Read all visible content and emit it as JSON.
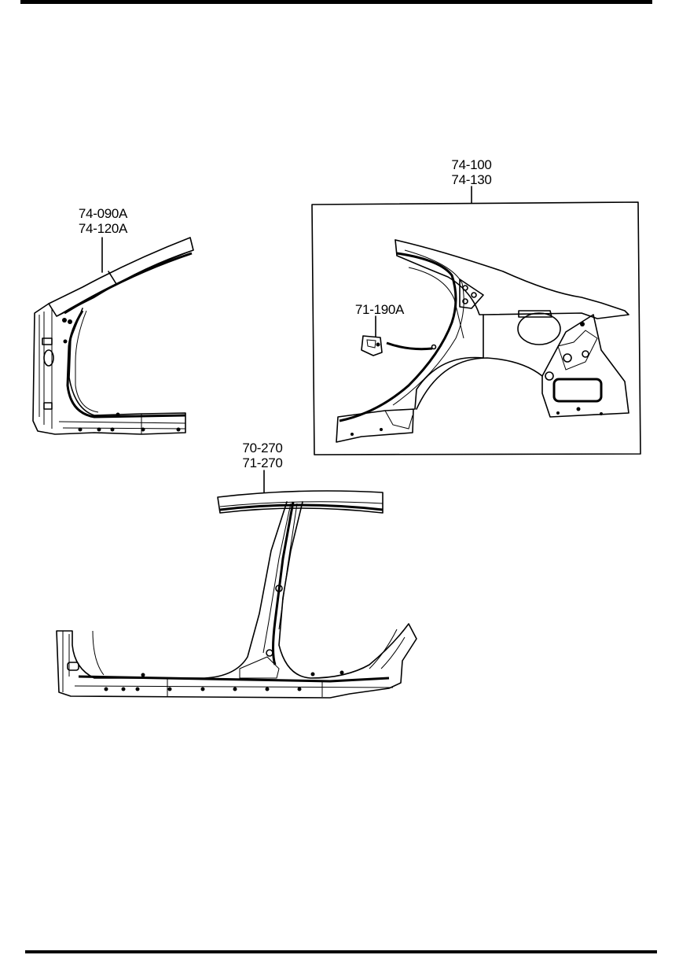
{
  "diagram": {
    "type": "parts-exploded-view",
    "subject": "body side panel assembly",
    "colors": {
      "line": "#000000",
      "background": "#ffffff"
    },
    "callouts": [
      {
        "id": "front-pillar",
        "lines": [
          "74-090A",
          "74-120A"
        ]
      },
      {
        "id": "rear-quarter-panel-group",
        "lines": [
          "74-100",
          "74-130"
        ]
      },
      {
        "id": "fuel-lid-bracket",
        "lines": [
          "71-190A"
        ]
      },
      {
        "id": "center-pillar-sill",
        "lines": [
          "70-270",
          "71-270"
        ]
      }
    ]
  }
}
